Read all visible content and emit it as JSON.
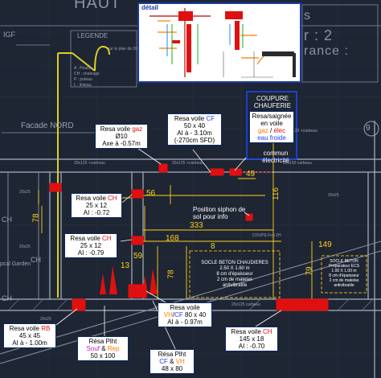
{
  "background_labels": {
    "haut": "HAUT",
    "igf": "IGF",
    "legende": "LEGENDE",
    "legend_sub": "sur le plan de 20",
    "legend_a": "A : Poutre",
    "legend_ch": "CH : chainage",
    "legend_p": "P : poteau",
    "legend_l": "L : linteau",
    "facade": "Facade NORD",
    "r2": "r : 2",
    "rance": "rance :",
    "partial_s": "s",
    "carbeau_1": "20x125 +carbeau",
    "carbeau_2": "20x125 +carbeau",
    "carbeau_3": "20x150 carbeau",
    "carbeau_4": "20x125 +carbeau",
    "carbeau_5": "20x125 carbeau",
    "d20x25": "20x25",
    "ch_left": "CH",
    "ch_left2": "CH",
    "ch_bottom": "CH",
    "ch_bottom2": "CH",
    "garden": "pcal Garden",
    "num_9": "9",
    "coupe": "COUPE Fou 2H",
    "d20x25b": "20x25",
    "d20x25c": "20x25",
    "d20x25d": "20x25"
  },
  "dimensions": {
    "d56": "56",
    "d49": "49",
    "d333": "333",
    "d168": "168",
    "d59": "59",
    "d13": "13",
    "d8": "8",
    "d78": "78",
    "d116": "116",
    "d79": "79",
    "d78b": "78",
    "d149": "149"
  },
  "detail": {
    "title": "détail"
  },
  "callouts": {
    "gaz": {
      "l1_a": "Resa voile ",
      "l1_b": "gaz",
      "l2": "Ø10",
      "l3": "Axe à -0.57m"
    },
    "cf_top": {
      "l1_a": "Resa voile ",
      "l1_b": "CF",
      "l2": "50 x 40",
      "l3": "AI à - 3.10m",
      "l4": "(-270cm SFD)"
    },
    "ch_1": {
      "l1_a": "Resa voile ",
      "l1_b": "CH",
      "l2": "25 x 12",
      "l3": "AI : -0.72"
    },
    "ch_2": {
      "l1_a": "Resa voile ",
      "l1_b": "CH",
      "l2": "25 x 12",
      "l3": "AI : -0.79"
    },
    "saignee": {
      "l1": "Resa/saignée",
      "l2": "en voile",
      "l3_a": "gaz",
      "l3_b": " / ",
      "l3_c": "élec",
      "l4": "eau froide"
    },
    "rb_left": {
      "l1_a": "Resa voile ",
      "l1_b": "RB",
      "l2": "45 x 45",
      "l3": "AI à - 1.00m"
    },
    "vh_cf": {
      "l1": "Resa voile",
      "l2_a": "VH",
      "l2_b": "/",
      "l2_c": "CF",
      "l2_d": " 80 x 40",
      "l3": "AI à - 0.97m"
    },
    "ch_right": {
      "l1_a": "Resa voile ",
      "l1_b": "CH",
      "l2": "145 x 18",
      "l3": "AI : -0.70"
    },
    "plht_1": {
      "l1": "Résa Plht",
      "l2_a": "Souf",
      "l2_b": " & ",
      "l2_c": "Rep",
      "l3": "50 x 100"
    },
    "plht_2": {
      "l1": "Résa Plht",
      "l2_a": "CF",
      "l2_b": " & ",
      "l2_c": "VH",
      "l3": "48 x 80"
    }
  },
  "plain_labels": {
    "coupure_1": "COUPURE",
    "coupure_2": "CHAUFERIE",
    "commun_1": "commun",
    "commun_2": "électricité",
    "siphon_1": "Position siphon de",
    "siphon_2": "sol pour info"
  },
  "socles": {
    "chaudiere": {
      "l1": "SOCLE BETON CHAUDIERES",
      "l2": "2.50 X 1.60 m",
      "l3": "8 cm d'épaisseur",
      "l4": "2 cm de matelas",
      "l5": "antivibratile"
    },
    "ecs": {
      "l1": "SOCLE BETON",
      "l2": "Préparateur ECS",
      "l3": "1.00 X 1.00 m",
      "l4": "8 cm d'épaisseur",
      "l5": "2 cm de matelas",
      "l6": "antivibratile"
    }
  },
  "colors": {
    "background": "#1e2533",
    "grid_line": "#8a93a6",
    "dimension": "#ffd21a",
    "reservation": "#e01010",
    "callout_border": "#0a2a6a",
    "detail_border": "#1a3aa0"
  }
}
